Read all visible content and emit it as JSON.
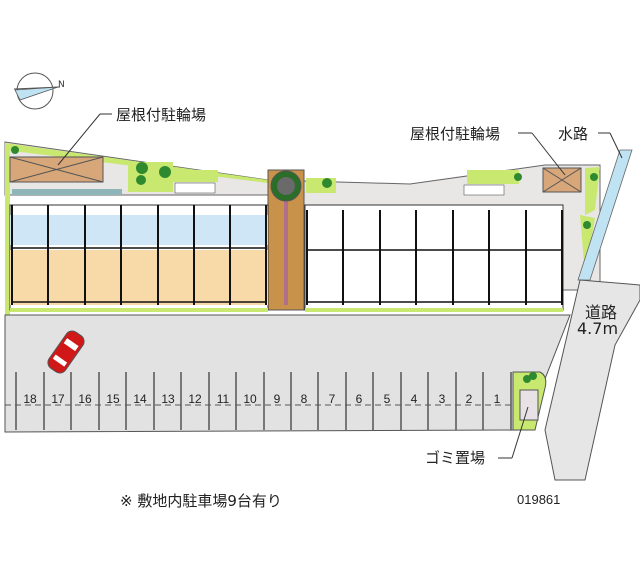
{
  "map": {
    "labels": {
      "bike_parking_left": "屋根付駐輪場",
      "bike_parking_right": "屋根付駐輪場",
      "waterway": "水路",
      "road": "道路",
      "road_width": "4.7m",
      "garbage": "ゴミ置場"
    },
    "compass": {
      "north_label": "N"
    },
    "parking_spaces": [
      "18",
      "17",
      "16",
      "15",
      "14",
      "13",
      "12",
      "11",
      "10",
      "9",
      "8",
      "7",
      "6",
      "5",
      "4",
      "3",
      "2",
      "1"
    ],
    "footer": {
      "note": "※ 敷地内駐車場9台有り",
      "property_id": "019861"
    },
    "colors": {
      "unit_wet_area": "#cfe6f7",
      "unit_room_colored": "#f8d9a8",
      "greenery": "#c8e870",
      "tree": "#2f8a2f",
      "bike_roof": "#d7a77a",
      "pavement": "#e2e2e2",
      "water": "#bfe3f2",
      "road": "#e6e6e6",
      "brick_path": "#c9924a",
      "car": "#d01818"
    }
  }
}
